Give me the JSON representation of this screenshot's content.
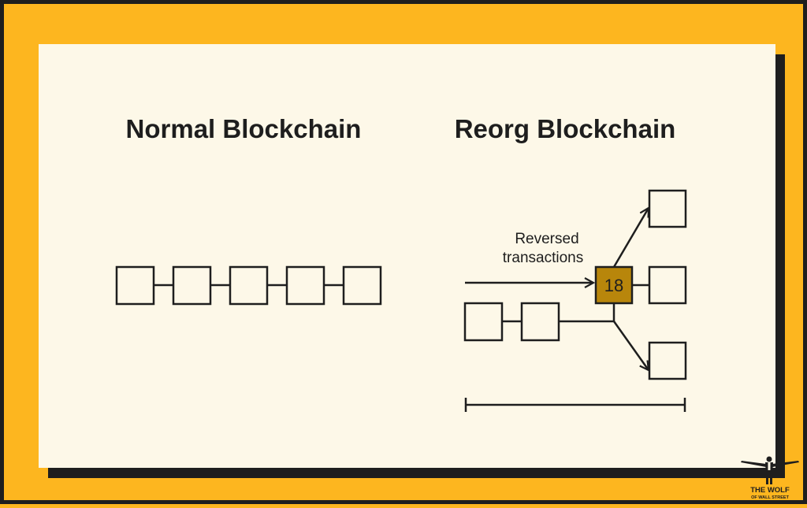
{
  "left_title": "Normal Blockchain",
  "right_title": "Reorg Blockchain",
  "reorg_annotation": [
    "Reversed",
    "transactions"
  ],
  "reorg_block_number": "18",
  "colors": {
    "background_frame": "#FDB61F",
    "card": "#FDF8E8",
    "ink": "#1E1E1E",
    "highlight_block": "#B8860B"
  },
  "logo": {
    "line1": "THE WOLF",
    "line2": "OF WALL STREET"
  }
}
